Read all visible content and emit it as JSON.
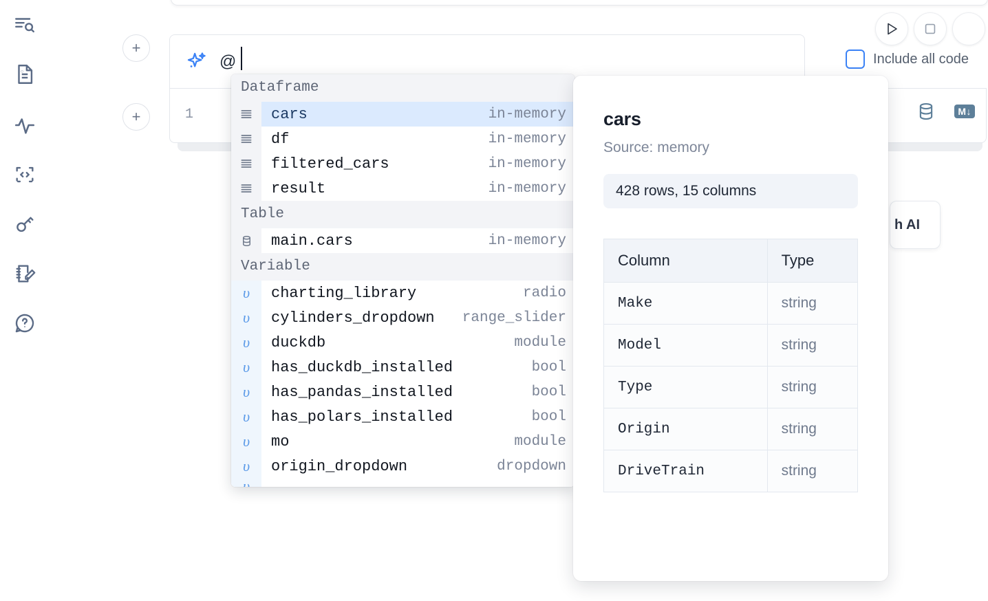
{
  "sidebar": {
    "items": [
      {
        "name": "explore-search-icon",
        "label": "Explore"
      },
      {
        "name": "file-document-icon",
        "label": "Documents"
      },
      {
        "name": "activity-pulse-icon",
        "label": "Activity"
      },
      {
        "name": "code-snippet-icon",
        "label": "Snippets"
      },
      {
        "name": "key-secrets-icon",
        "label": "Secrets"
      },
      {
        "name": "notebook-edit-icon",
        "label": "Scratchpad"
      },
      {
        "name": "help-chat-icon",
        "label": "Help"
      }
    ]
  },
  "toolbar": {
    "run_label": "Run",
    "stop_label": "Stop",
    "include_all_code_label": "Include all code",
    "include_all_code_checked": false,
    "accent_color": "#3b82f6"
  },
  "prompt": {
    "value": "@",
    "placeholder": "",
    "sparkle_icon": "ai-sparkle-icon"
  },
  "cell": {
    "number": "1",
    "database_icon": "database-icon",
    "markdown_badge": "M↓"
  },
  "hidden_button": {
    "label": "h AI"
  },
  "plus_buttons": {
    "label": "+"
  },
  "autocomplete": {
    "sections": [
      {
        "title": "Dataframe",
        "items": [
          {
            "icon": "dataframe-icon",
            "kind": "df",
            "name": "cars",
            "type": "in-memory",
            "selected": true
          },
          {
            "icon": "dataframe-icon",
            "kind": "df",
            "name": "df",
            "type": "in-memory",
            "selected": false
          },
          {
            "icon": "dataframe-icon",
            "kind": "df",
            "name": "filtered_cars",
            "type": "in-memory",
            "selected": false
          },
          {
            "icon": "dataframe-icon",
            "kind": "df",
            "name": "result",
            "type": "in-memory",
            "selected": false
          }
        ]
      },
      {
        "title": "Table",
        "items": [
          {
            "icon": "database-icon",
            "kind": "table",
            "name": "main.cars",
            "type": "in-memory",
            "selected": false
          }
        ]
      },
      {
        "title": "Variable",
        "items": [
          {
            "icon": "variable-icon",
            "kind": "var",
            "name": "charting_library",
            "type": "radio",
            "selected": false
          },
          {
            "icon": "variable-icon",
            "kind": "var",
            "name": "cylinders_dropdown",
            "type": "range_slider",
            "selected": false
          },
          {
            "icon": "variable-icon",
            "kind": "var",
            "name": "duckdb",
            "type": "module",
            "selected": false
          },
          {
            "icon": "variable-icon",
            "kind": "var",
            "name": "has_duckdb_installed",
            "type": "bool",
            "selected": false
          },
          {
            "icon": "variable-icon",
            "kind": "var",
            "name": "has_pandas_installed",
            "type": "bool",
            "selected": false
          },
          {
            "icon": "variable-icon",
            "kind": "var",
            "name": "has_polars_installed",
            "type": "bool",
            "selected": false
          },
          {
            "icon": "variable-icon",
            "kind": "var",
            "name": "mo",
            "type": "module",
            "selected": false
          },
          {
            "icon": "variable-icon",
            "kind": "var",
            "name": "origin_dropdown",
            "type": "dropdown",
            "selected": false
          }
        ]
      }
    ]
  },
  "info_panel": {
    "title": "cars",
    "source": "Source: memory",
    "shape": "428 rows, 15 columns",
    "columns_header": "Column",
    "type_header": "Type",
    "rows": [
      {
        "column": "Make",
        "type": "string"
      },
      {
        "column": "Model",
        "type": "string"
      },
      {
        "column": "Type",
        "type": "string"
      },
      {
        "column": "Origin",
        "type": "string"
      },
      {
        "column": "DriveTrain",
        "type": "string"
      }
    ]
  }
}
